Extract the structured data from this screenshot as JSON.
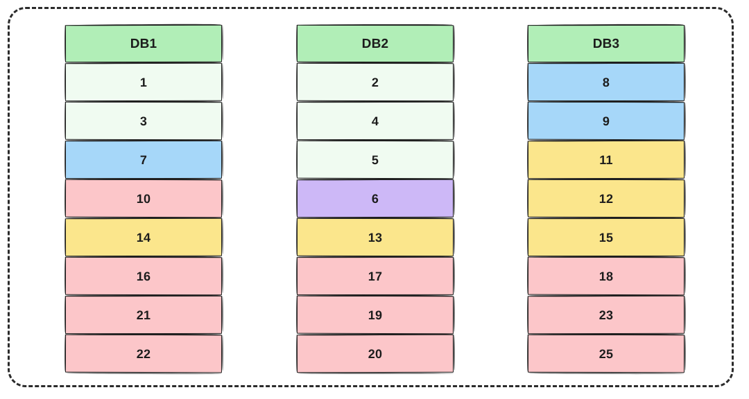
{
  "diagram": {
    "title": "",
    "boundary": {
      "style": "dashed-rounded-rectangle",
      "color": "#2b2b2b"
    },
    "palette": {
      "green": "#b1eeb7",
      "mint": "#f0fbf1",
      "blue": "#a6d7f9",
      "pink": "#fcc6c9",
      "yellow": "#fbe68c",
      "purple": "#cdb8f7"
    },
    "columns": [
      {
        "header": "DB1",
        "header_color": "green",
        "cells": [
          {
            "label": "1",
            "color": "mint"
          },
          {
            "label": "3",
            "color": "mint"
          },
          {
            "label": "7",
            "color": "blue"
          },
          {
            "label": "10",
            "color": "pink"
          },
          {
            "label": "14",
            "color": "yellow"
          },
          {
            "label": "16",
            "color": "pink"
          },
          {
            "label": "21",
            "color": "pink"
          },
          {
            "label": "22",
            "color": "pink"
          }
        ]
      },
      {
        "header": "DB2",
        "header_color": "green",
        "cells": [
          {
            "label": "2",
            "color": "mint"
          },
          {
            "label": "4",
            "color": "mint"
          },
          {
            "label": "5",
            "color": "mint"
          },
          {
            "label": "6",
            "color": "purple"
          },
          {
            "label": "13",
            "color": "yellow"
          },
          {
            "label": "17",
            "color": "pink"
          },
          {
            "label": "19",
            "color": "pink"
          },
          {
            "label": "20",
            "color": "pink"
          }
        ]
      },
      {
        "header": "DB3",
        "header_color": "green",
        "cells": [
          {
            "label": "8",
            "color": "blue"
          },
          {
            "label": "9",
            "color": "blue"
          },
          {
            "label": "11",
            "color": "yellow"
          },
          {
            "label": "12",
            "color": "yellow"
          },
          {
            "label": "15",
            "color": "yellow"
          },
          {
            "label": "18",
            "color": "pink"
          },
          {
            "label": "23",
            "color": "pink"
          },
          {
            "label": "25",
            "color": "pink"
          }
        ]
      }
    ]
  }
}
